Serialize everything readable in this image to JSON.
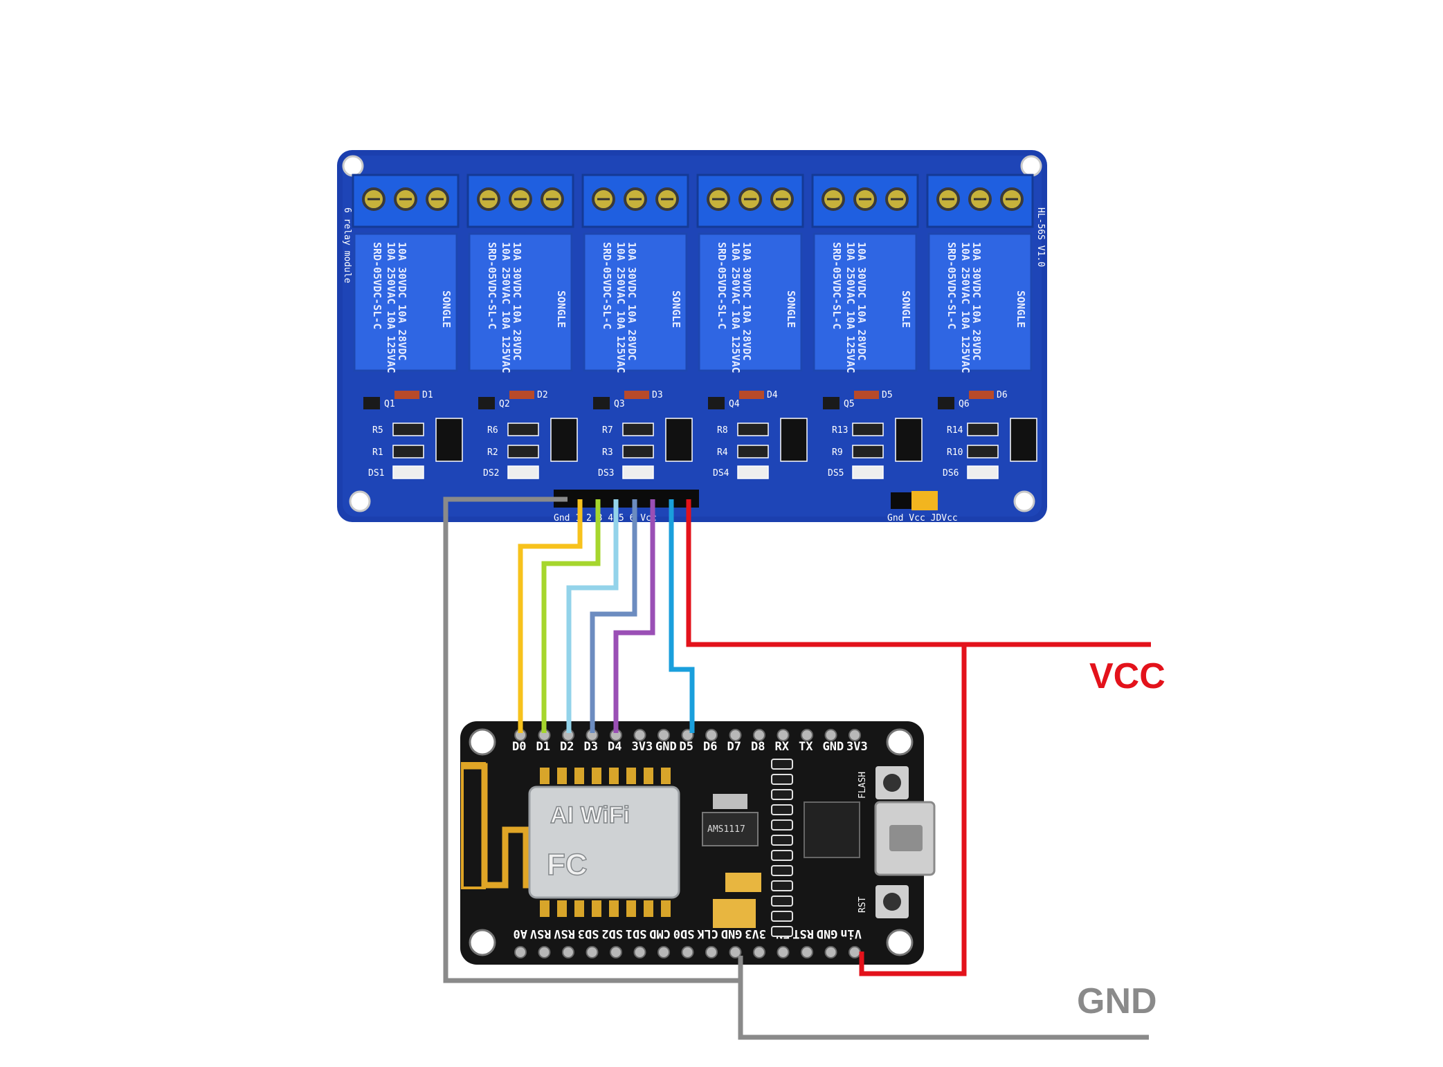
{
  "labels": {
    "vcc": "VCC",
    "gnd": "GND"
  },
  "colors": {
    "vcc": "#e3121b",
    "gnd": "#888888",
    "relay_board": "#1b3fae",
    "node_board": "#151515"
  },
  "relay_module": {
    "side_text_left": "6 relay module",
    "side_text_right": "HL-56S V1.0",
    "relay_marking_lines": [
      "SRD-05VDC-SL-C",
      "10A 250VAC 10A 125VAC",
      "10A 30VDC 10A 28VDC"
    ],
    "relay_brand": "SONGLE",
    "transistors": [
      "Q1",
      "Q2",
      "Q3",
      "Q4",
      "Q5",
      "Q6"
    ],
    "diodes": [
      "D1",
      "D2",
      "D3",
      "D4",
      "D5",
      "D6"
    ],
    "resistors_upper": [
      "R5",
      "R6",
      "R7",
      "R8",
      "R13",
      "R14"
    ],
    "resistors_lower": [
      "R1",
      "R2",
      "R3",
      "R4",
      "R9",
      "R10"
    ],
    "leds": [
      "DS1",
      "DS2",
      "DS3",
      "DS4",
      "DS5",
      "DS6"
    ],
    "input_header": "Gnd 1 2 3 4 5 6 Vcc",
    "jumper_header": "Gnd Vcc JDVcc"
  },
  "nodemcu": {
    "top_pins": [
      "D0",
      "D1",
      "D2",
      "D3",
      "D4",
      "3V3",
      "GND",
      "D5",
      "D6",
      "D7",
      "D8",
      "RX",
      "TX",
      "GND",
      "3V3"
    ],
    "bottom_pins": [
      "A0",
      "RSV",
      "RSV",
      "SD3",
      "SD2",
      "SD1",
      "CMD",
      "SD0",
      "CLK",
      "GND",
      "3V3",
      "EN",
      "RST",
      "GND",
      "Vin"
    ],
    "buttons": [
      "FLASH",
      "RST"
    ],
    "module_logo": "AI WiFi",
    "module_mark": "FC",
    "regulator": "AMS1117"
  },
  "wires": [
    {
      "from": "Gnd",
      "to": "GND",
      "color": "#8a8a8a"
    },
    {
      "from": "IN1",
      "to": "D0",
      "color": "#f7c21c"
    },
    {
      "from": "IN2",
      "to": "D1",
      "color": "#a6d62d"
    },
    {
      "from": "IN3",
      "to": "D2",
      "color": "#93d3ea"
    },
    {
      "from": "IN4",
      "to": "D3",
      "color": "#6c8cc0"
    },
    {
      "from": "IN5",
      "to": "D4",
      "color": "#9a4fb5"
    },
    {
      "from": "IN6",
      "to": "D5",
      "color": "#1a9fdc"
    },
    {
      "from": "Vcc",
      "to": "Vin",
      "color": "#e3121b"
    }
  ]
}
